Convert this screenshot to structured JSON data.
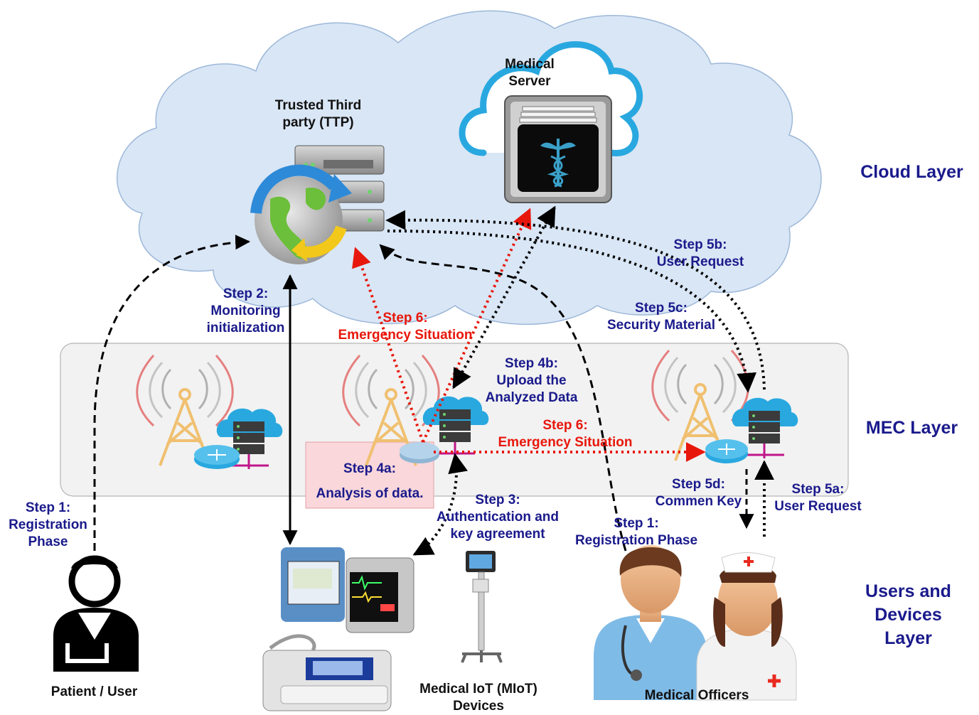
{
  "layers": {
    "cloud": "Cloud Layer",
    "mec": "MEC Layer",
    "users": [
      "Users and",
      "Devices",
      "Layer"
    ]
  },
  "nodes": {
    "ttp": [
      "Trusted Third",
      "party (TTP)"
    ],
    "medical_server": [
      "Medical",
      "Server"
    ],
    "patient": "Patient / User",
    "miot": [
      "Medical IoT (MIoT)",
      "Devices"
    ],
    "officers": "Medical Officers"
  },
  "steps": {
    "s1_patient": [
      "Step 1:",
      "Registration",
      "Phase"
    ],
    "s2": [
      "Step 2:",
      "Monitoring",
      "initialization"
    ],
    "s6_top": [
      "Step 6:",
      "Emergency Situation"
    ],
    "s5b": [
      "Step 5b:",
      "User Request"
    ],
    "s5c": [
      "Step 5c:",
      "Security Material"
    ],
    "s4b": [
      "Step 4b:",
      "Upload the",
      "Analyzed Data"
    ],
    "s6_mid": [
      "Step 6:",
      "Emergency Situation"
    ],
    "s4a": [
      "Step 4a:",
      "Analysis of data."
    ],
    "s3": [
      "Step 3:",
      "Authentication  and",
      "key agreement"
    ],
    "s5d": [
      "Step 5d:",
      "Commen Key"
    ],
    "s5a": [
      "Step 5a:",
      "User Request"
    ],
    "s1_officer": [
      "Step 1:",
      "Registration Phase"
    ]
  },
  "colors": {
    "cloud_fill": "#d9e6f5",
    "mec_fill": "#f2f2f2",
    "label_blue": "#1a1a8c",
    "emergency_red": "#e8170c",
    "server_cloud_stroke": "#29a8e0",
    "analysis_box": "#f9d7da"
  },
  "icons": [
    "globe-server-icon",
    "medical-server-icon",
    "cell-tower-icon",
    "edge-server-icon",
    "router-icon",
    "patient-icon",
    "doctor-icon",
    "nurse-icon",
    "monitor-device-icon",
    "infusion-pump-icon",
    "vitals-cart-icon"
  ]
}
